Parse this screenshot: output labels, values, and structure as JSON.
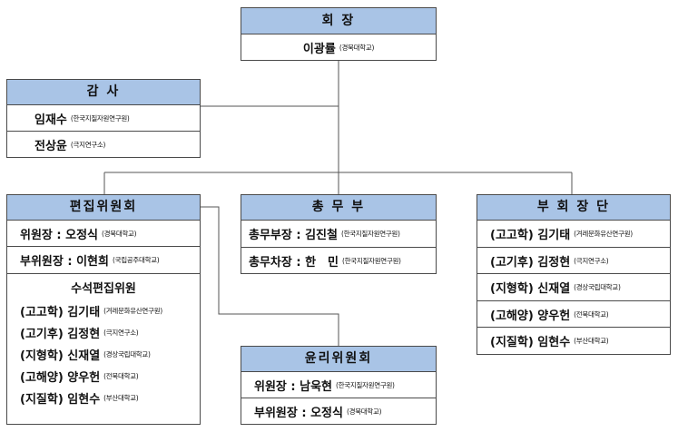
{
  "president": {
    "title": "회 장",
    "name": "이광률",
    "affiliation": "(경북대학교)"
  },
  "auditor": {
    "title": "감 사",
    "members": [
      {
        "name": "임재수",
        "affiliation": "(한국지질자원연구원)"
      },
      {
        "name": "전상윤",
        "affiliation": "(극지연구소)"
      }
    ]
  },
  "editorial": {
    "title": "편집위원회",
    "chair": {
      "role": "위원장 : 오정식",
      "affiliation": "(경북대학교)"
    },
    "vice_chair": {
      "role": "부위원장 : 이현희",
      "affiliation": "(국립공주대학교)"
    },
    "senior_title": "수석편집위원",
    "senior": [
      {
        "field": "(고고학) 김기태",
        "affiliation": "(겨레문화유산연구원)"
      },
      {
        "field": "(고기후) 김정현",
        "affiliation": "(극지연구소)"
      },
      {
        "field": "(지형학) 신재열",
        "affiliation": "(경상국립대학교)"
      },
      {
        "field": "(고해양) 양우헌",
        "affiliation": "(전북대학교)"
      },
      {
        "field": "(지질학) 임현수",
        "affiliation": "(부산대학교)"
      }
    ]
  },
  "general_affairs": {
    "title": "총 무 부",
    "members": [
      {
        "role": "총무부장 : 김진철",
        "affiliation": "(한국지질자원연구원)"
      },
      {
        "role": "총무차장 : 한　민",
        "affiliation": "(한국지질자원연구원)"
      }
    ]
  },
  "vice_presidents": {
    "title": "부 회 장 단",
    "members": [
      {
        "field": "(고고학) 김기태",
        "affiliation": "(겨레문화유산연구원)"
      },
      {
        "field": "(고기후) 김정현",
        "affiliation": "(극지연구소)"
      },
      {
        "field": "(지형학) 신재열",
        "affiliation": "(경상국립대학교)"
      },
      {
        "field": "(고해양) 양우헌",
        "affiliation": "(전북대학교)"
      },
      {
        "field": "(지질학) 임현수",
        "affiliation": "(부산대학교)"
      }
    ]
  },
  "ethics": {
    "title": "윤리위원회",
    "members": [
      {
        "role": "위원장 : 남욱현",
        "affiliation": "(한국지질자원연구원)"
      },
      {
        "role": "부위원장 : 오정식",
        "affiliation": "(경북대학교)"
      }
    ]
  }
}
